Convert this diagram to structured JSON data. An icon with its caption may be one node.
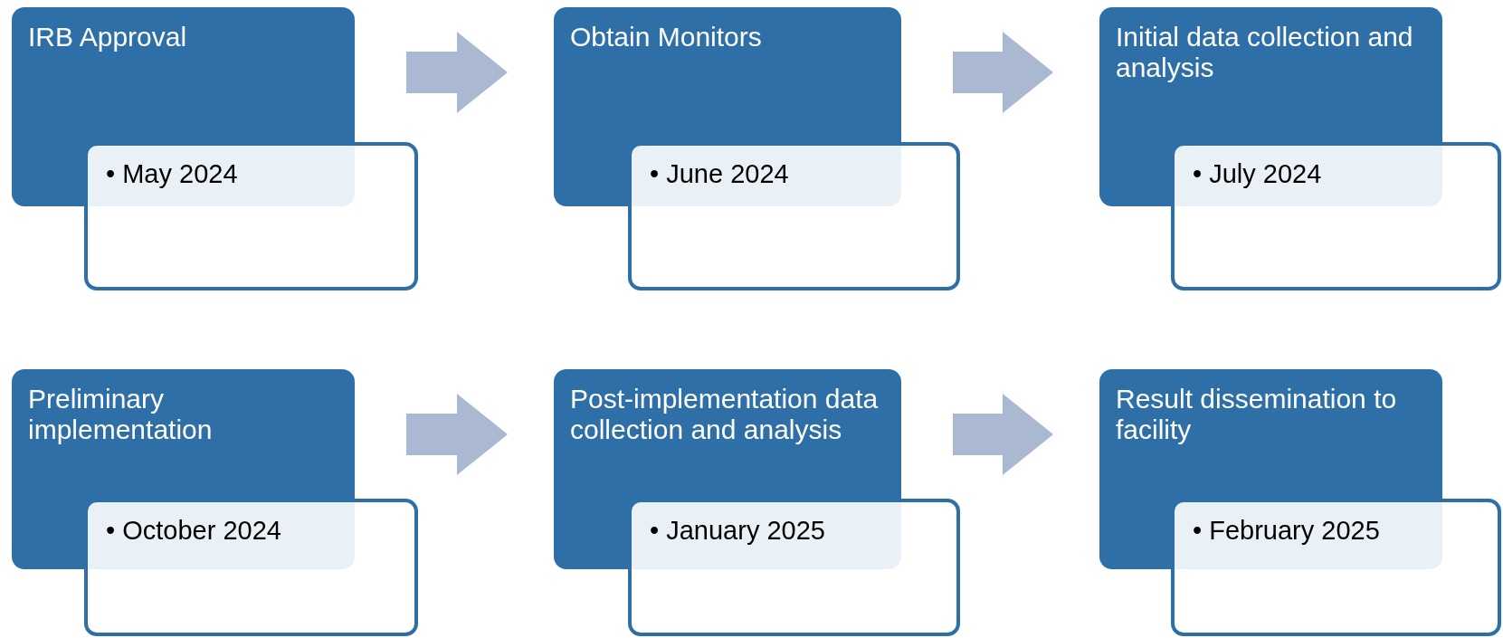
{
  "diagram": {
    "nodes": [
      {
        "text": [
          "IRB Approval"
        ]
      },
      {
        "text": [
          "• May 2024"
        ]
      },
      {
        "text": [
          "Obtain Monitors"
        ]
      },
      {
        "text": [
          "• June 2024"
        ]
      },
      {
        "text": [
          "Initial data collection and analysis"
        ]
      },
      {
        "text": [
          "• July 2024"
        ]
      },
      {
        "text": [
          "Preliminary implementation"
        ]
      },
      {
        "text": [
          "• October 2024"
        ]
      },
      {
        "text": [
          "Post-implementation data collection and analysis"
        ]
      },
      {
        "text": [
          "• January 2025"
        ]
      },
      {
        "text": [
          "Result dissemination to facility"
        ]
      },
      {
        "text": [
          "• February 2025"
        ]
      }
    ],
    "edges": [
      {
        "from": 0,
        "to": 2,
        "arrow": "to"
      },
      {
        "from": 2,
        "to": 4,
        "arrow": "to"
      },
      {
        "from": 6,
        "to": 8,
        "arrow": "to"
      },
      {
        "from": 8,
        "to": 10,
        "arrow": "to"
      }
    ]
  }
}
